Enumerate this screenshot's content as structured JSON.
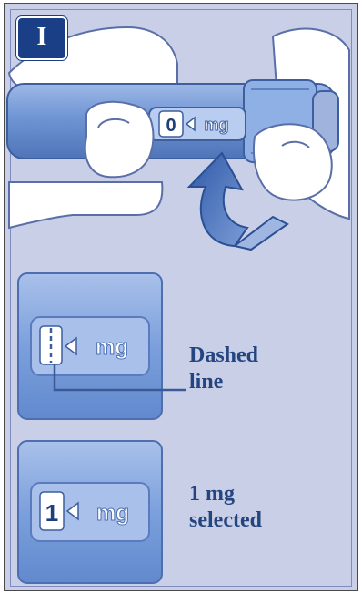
{
  "step": {
    "label": "I"
  },
  "pen": {
    "counter_value": "0",
    "counter_unit": "mg"
  },
  "detail_dashed": {
    "counter_unit": "mg",
    "label_line1": "Dashed",
    "label_line2": "line"
  },
  "detail_selected": {
    "counter_value": "1",
    "counter_unit": "mg",
    "label_line1": "1 mg",
    "label_line2": "selected"
  },
  "colors": {
    "background": "#c9cfe6",
    "ink": "#24457f",
    "badge": "#1b3f86",
    "pen_body": "#6f95d4",
    "arrow": "#3f69b8"
  },
  "icons": {
    "rotate_arrow": "curved-arrow-icon"
  }
}
